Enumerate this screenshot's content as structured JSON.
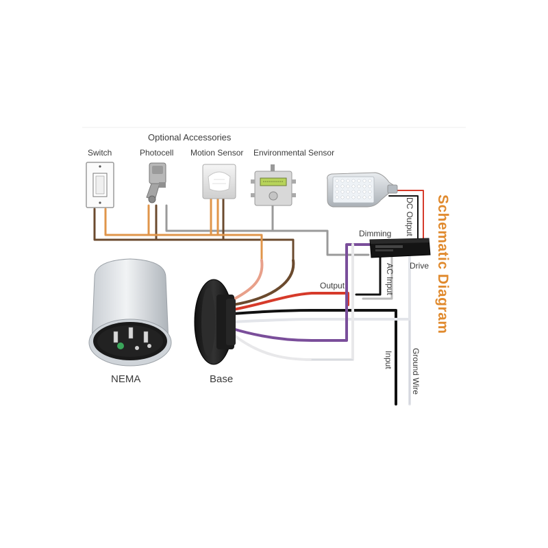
{
  "diagram": {
    "title": "Schematic Diagram",
    "header": "Optional Accessories",
    "components": {
      "switch": "Switch",
      "photocell": "Photocell",
      "motion_sensor": "Motion Sensor",
      "environmental_sensor": "Environmental Sensor",
      "nema": "NEMA",
      "base": "Base"
    },
    "wire_labels": {
      "dc_output": "DC Output",
      "dimming": "Dimming",
      "drive": "Drive",
      "output": "Output",
      "ac_input": "AC Input",
      "input": "Input",
      "ground_wire": "Ground Wire"
    },
    "colors": {
      "title": "#e08a2e",
      "wire_orange": "#e0954a",
      "wire_brown": "#6b4a2e",
      "wire_grey": "#9a9a9a",
      "wire_purple": "#7a4e9a",
      "wire_black": "#111111",
      "wire_red": "#d63a2a",
      "wire_white": "#e8e8ea",
      "wire_pink": "#e8a08a"
    }
  }
}
